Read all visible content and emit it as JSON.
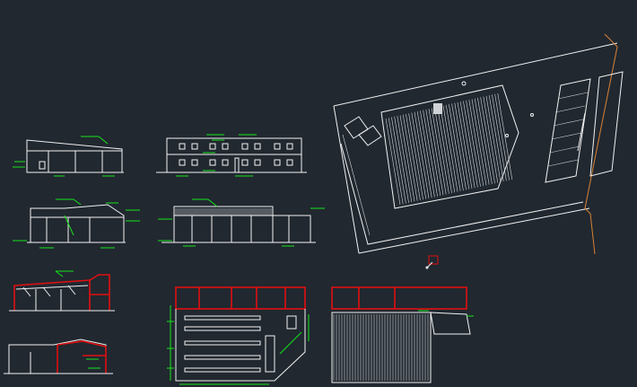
{
  "viewport": {
    "background": "#212830",
    "palette": {
      "linework": "#f2f2f2",
      "dimensions": "#17e51b",
      "walls": "#e01010",
      "property_line": "#d98236"
    }
  },
  "drawing_views": [
    {
      "id": "elevation-front",
      "kind": "elevation"
    },
    {
      "id": "elevation-side-two-storey",
      "kind": "elevation"
    },
    {
      "id": "elevation-rear",
      "kind": "elevation"
    },
    {
      "id": "elevation-long",
      "kind": "elevation"
    },
    {
      "id": "section-a",
      "kind": "section"
    },
    {
      "id": "section-b",
      "kind": "section"
    },
    {
      "id": "floor-plan",
      "kind": "plan"
    },
    {
      "id": "roof-plan",
      "kind": "plan"
    },
    {
      "id": "site-plan",
      "kind": "plan"
    }
  ],
  "ucs_icon": {
    "name": "ucs-icon"
  }
}
